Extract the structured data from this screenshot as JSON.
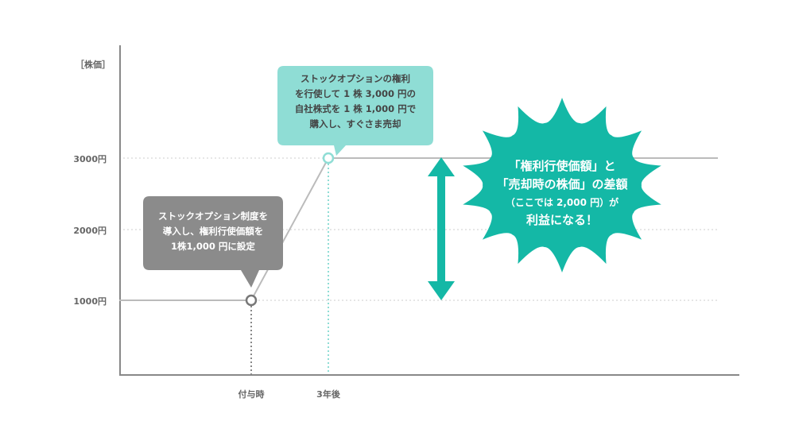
{
  "axis": {
    "y_unit": "［株価］",
    "y_ticks": [
      "3000円",
      "2000円",
      "1000円"
    ],
    "x_ticks": [
      "付与時",
      "3年後"
    ]
  },
  "price_path": {
    "start_price": 1000,
    "after_3_years_price": 3000
  },
  "callouts": {
    "grant": "ストックオプション制度を\n導入し、権利行使価額を\n1株1,000 円に設定",
    "exercise": "ストックオプションの権利\nを行使して 1 株 3,000 円の\n自社株式を 1 株 1,000 円で\n購入し、すぐさま売却"
  },
  "burst": {
    "line1": "「権利行使価額」と",
    "line2": "「売却時の株価」の差額",
    "line3": "（ここでは 2,000 円）が",
    "line4": "利益になる！"
  },
  "colors": {
    "teal_dark": "#14b8a6",
    "teal_light": "#8fddd5",
    "gray_bubble": "#8b8b8b",
    "axis": "#888888"
  }
}
